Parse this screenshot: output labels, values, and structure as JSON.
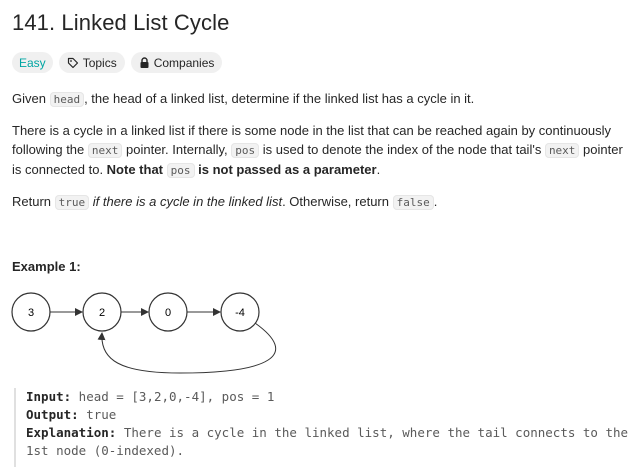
{
  "problem": {
    "title": "141. Linked List Cycle",
    "tags": {
      "difficulty": "Easy",
      "topics": "Topics",
      "companies": "Companies"
    }
  },
  "description": {
    "p1": {
      "a": "Given ",
      "code1": "head",
      "b": ", the head of a linked list, determine if the linked list has a cycle in it."
    },
    "p2": {
      "a": "There is a cycle in a linked list if there is some node in the list that can be reached again by continuously following the ",
      "code1": "next",
      "b": " pointer. Internally, ",
      "code2": "pos",
      "c": " is used to denote the index of the node that tail's ",
      "code3": "next",
      "d": " pointer is connected to. ",
      "bold1": "Note that ",
      "code4": "pos",
      "bold2": " is not passed as a parameter",
      "e": "."
    },
    "p3": {
      "a": "Return ",
      "code1": "true",
      "italic": " if there is a cycle in the linked list",
      "b": ". Otherwise, return ",
      "code2": "false",
      "c": "."
    }
  },
  "example": {
    "title": "Example 1:",
    "nodes": [
      "3",
      "2",
      "0",
      "-4"
    ],
    "input_label": "Input:",
    "input_value": " head = [3,2,0,-4], pos = 1",
    "output_label": "Output:",
    "output_value": " true",
    "explanation_label": "Explanation:",
    "explanation_line1": " There is a cycle in the linked list, where the tail connects to the",
    "explanation_line2": "1st node (0-indexed)."
  },
  "colors": {
    "easy": "#00a6a3",
    "tag_bg": "#f0f0f0",
    "text": "#262626"
  },
  "icons": {
    "topics": "tag-icon",
    "companies": "lock-icon"
  }
}
